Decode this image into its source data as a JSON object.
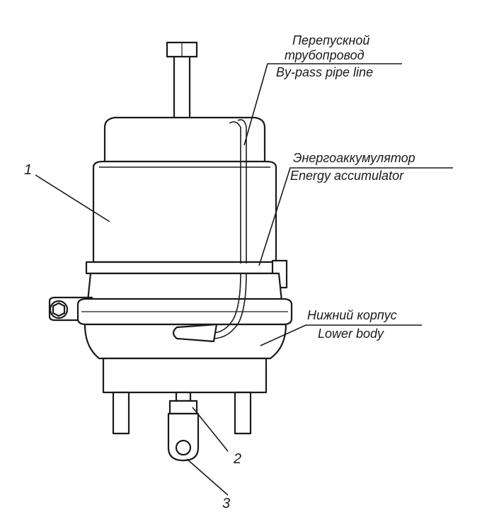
{
  "labels": {
    "bypass_ru": "Перепускной",
    "bypass_ru2": "трубопровод",
    "bypass_en": "By-pass pipe line",
    "accumulator_ru": "Энергоаккумулятор",
    "accumulator_en": "Energy accumulator",
    "lower_body_ru": "Нижний корпус",
    "lower_body_en": "Lower body"
  },
  "callouts": {
    "n1": "1",
    "n2": "2",
    "n3": "3"
  },
  "colors": {
    "ink": "#1a1a1a",
    "paper": "#ffffff"
  }
}
